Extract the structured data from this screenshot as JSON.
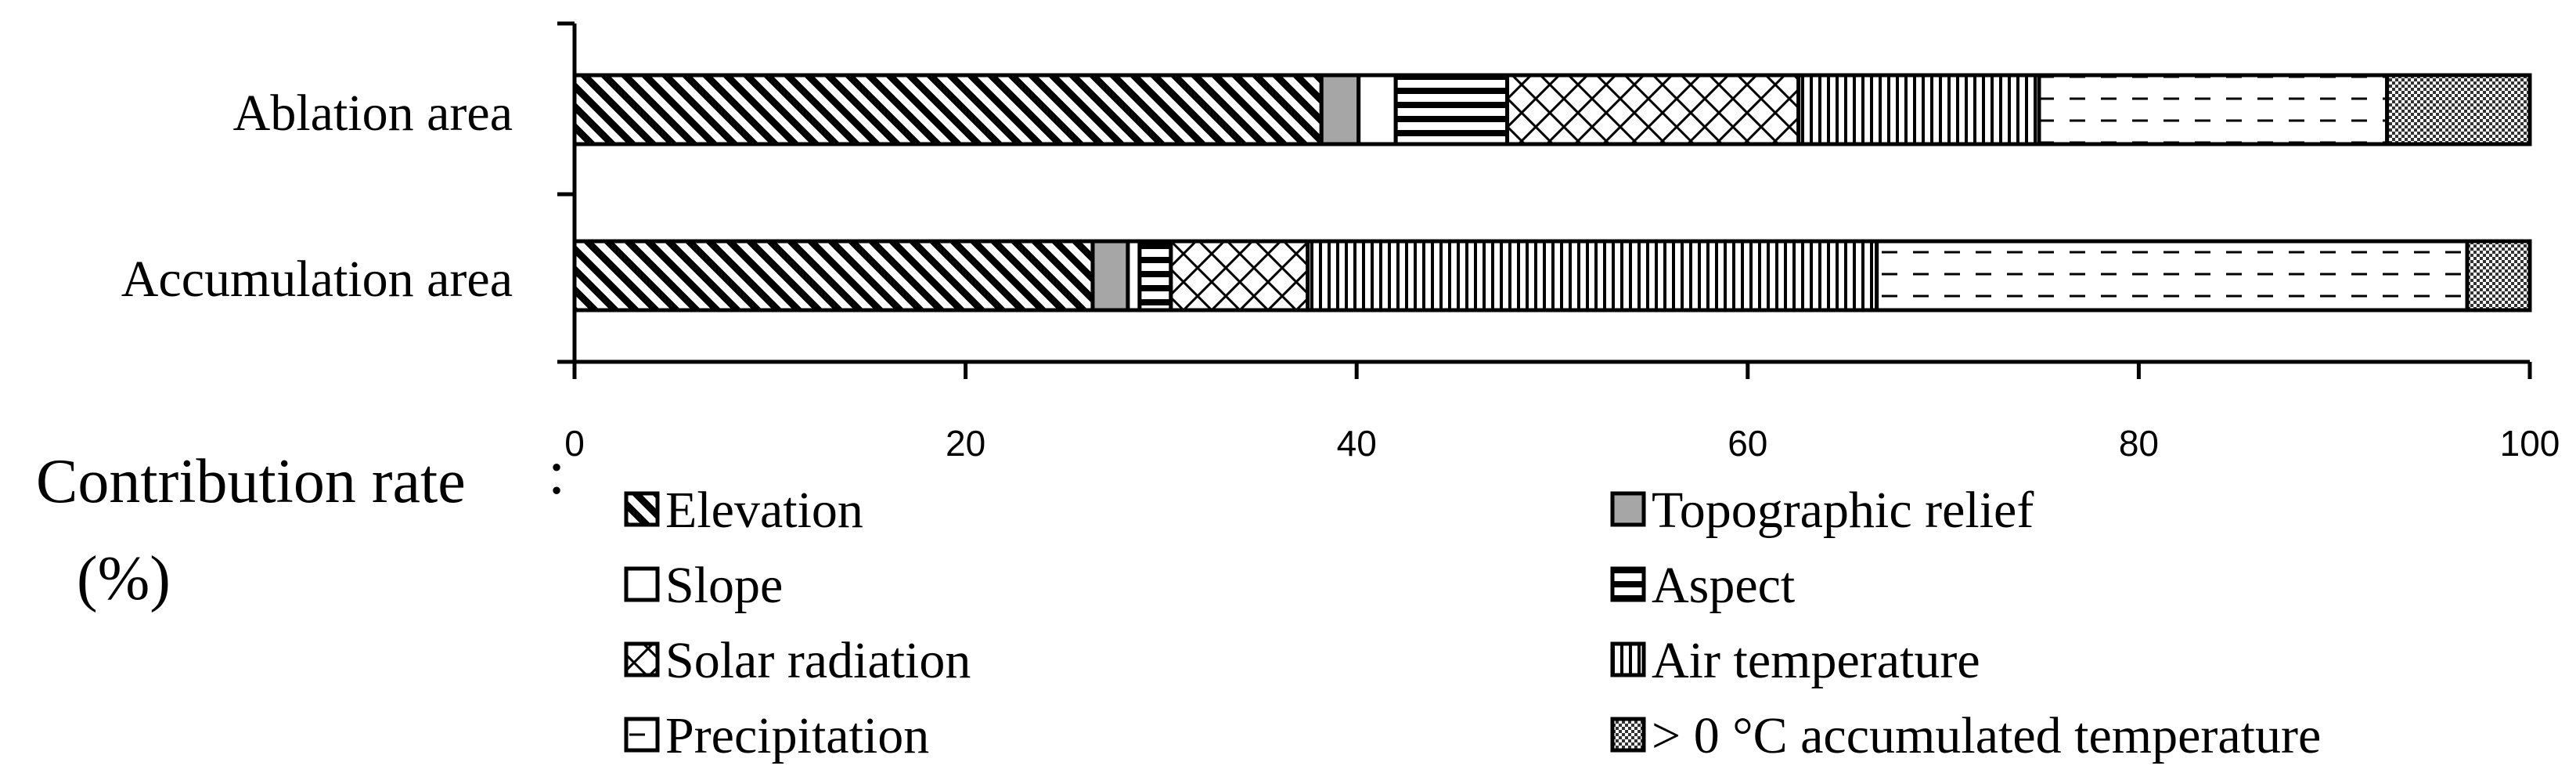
{
  "chart_data": {
    "type": "bar",
    "orientation": "horizontal",
    "stacked": true,
    "categories": [
      "Ablation area",
      "Accumulation area"
    ],
    "xlabel_line1": "Contribution rate",
    "xlabel_line2": "(%)",
    "xlabel_colon": ":",
    "xlim": [
      0,
      100
    ],
    "xticks": [
      0,
      20,
      40,
      60,
      80,
      100
    ],
    "grid": false,
    "legend_position": "bottom",
    "series": [
      {
        "name": "Elevation",
        "pattern": "diagonal",
        "values": [
          38.2,
          26.5
        ]
      },
      {
        "name": "Topographic relief",
        "pattern": "gray",
        "values": [
          1.9,
          1.8
        ]
      },
      {
        "name": "Slope",
        "pattern": "white",
        "values": [
          1.9,
          0.6
        ]
      },
      {
        "name": "Aspect",
        "pattern": "horizontal",
        "values": [
          5.7,
          1.6
        ]
      },
      {
        "name": "Solar radiation",
        "pattern": "crosshatch",
        "values": [
          14.9,
          7.0
        ]
      },
      {
        "name": "Air temperature",
        "pattern": "vertical",
        "values": [
          12.3,
          29.1
        ]
      },
      {
        "name": "Precipitation",
        "pattern": "dashed",
        "values": [
          17.8,
          30.2
        ]
      },
      {
        "name": "> 0 °C accumulated temperature",
        "pattern": "checker",
        "values": [
          7.3,
          3.2
        ]
      }
    ]
  }
}
